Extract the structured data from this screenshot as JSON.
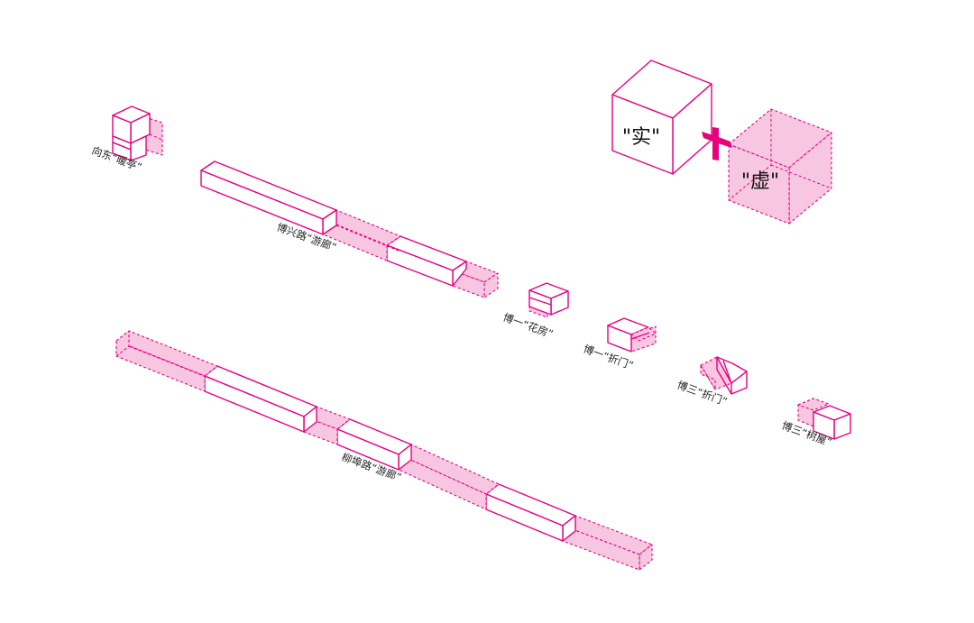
{
  "colors": {
    "accent": "#e6007e",
    "void_fill": "#f7c7e2"
  },
  "legend": {
    "solid_label": "\"实\"",
    "void_label": "\"虚\""
  },
  "labels": {
    "xiangdong_pavilion": "向东“暖亭”",
    "boxing_corridor": "博兴路“游廊”",
    "boyi_flower_house": "博一“花房”",
    "boer_folding_door": "博一“折门”",
    "bosan_folding_door": "博三“折门”",
    "bosan_tree_house": "博三“树屋”",
    "liudaolu_corridor": "柳埠路“游廊”"
  }
}
